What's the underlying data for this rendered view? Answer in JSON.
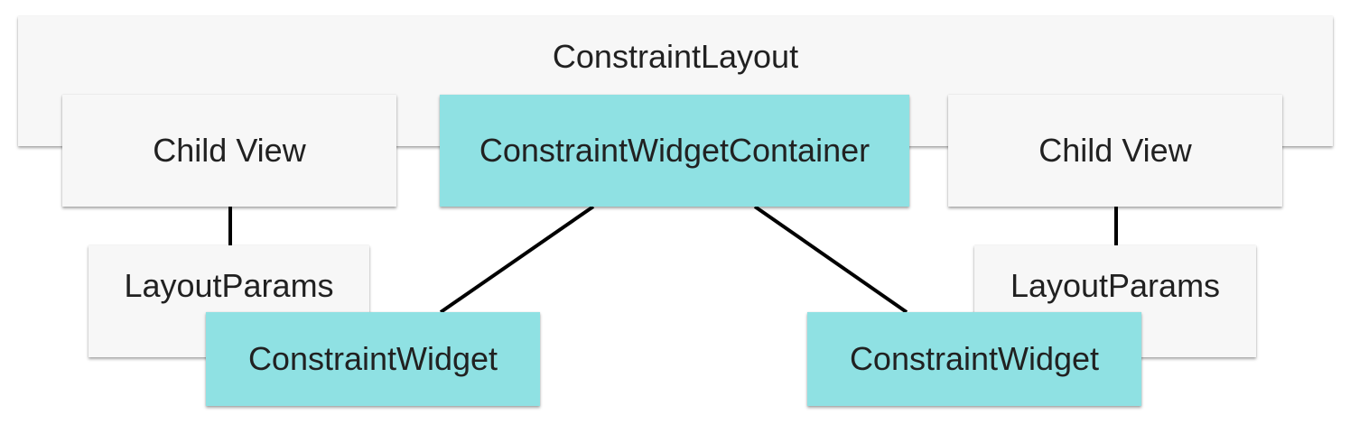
{
  "diagram": {
    "root": {
      "label": "ConstraintLayout"
    },
    "children": {
      "left_child_view": {
        "label": "Child View"
      },
      "container": {
        "label": "ConstraintWidgetContainer"
      },
      "right_child_view": {
        "label": "Child View"
      }
    },
    "params": {
      "left": {
        "label": "LayoutParams"
      },
      "right": {
        "label": "LayoutParams"
      }
    },
    "widgets": {
      "left": {
        "label": "ConstraintWidget"
      },
      "right": {
        "label": "ConstraintWidget"
      }
    },
    "colors": {
      "light_box": "#f7f7f7",
      "highlight_box": "#8fe1e3",
      "connector": "#000000"
    }
  }
}
